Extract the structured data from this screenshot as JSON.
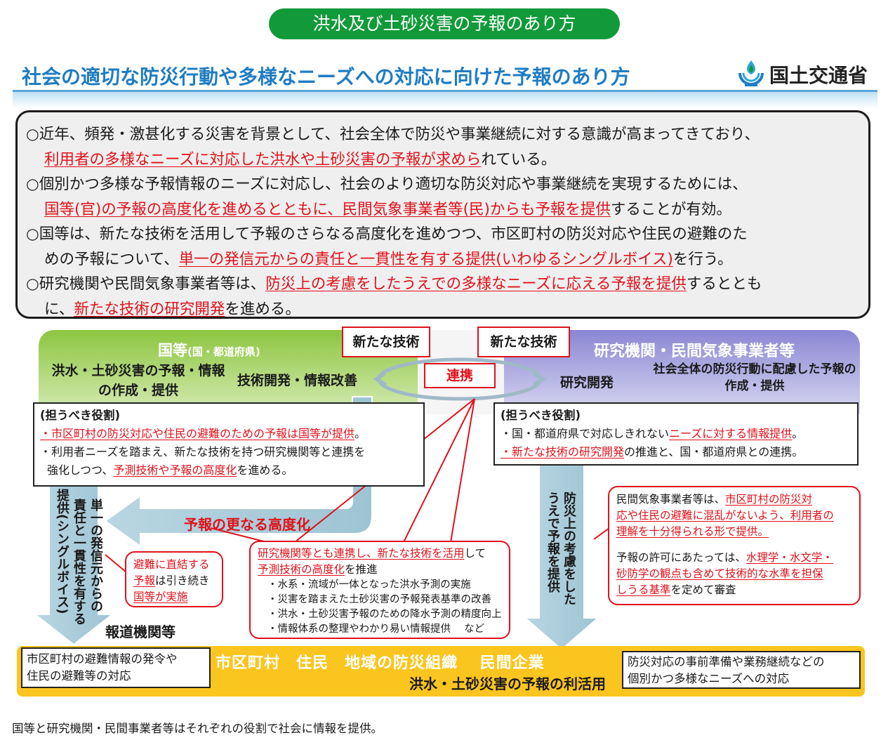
{
  "header": {
    "pill": "洪水及び土砂災害の予報のあり方",
    "headline": "社会の適切な防災行動や多様なニーズへの対応に向けた予報のあり方",
    "logo_text": "国土交通省"
  },
  "summary": {
    "p1a": "○近年、頻発・激甚化する災害を背景として、社会全体で防災や事業継続に対する意識が高まってきており、",
    "p1b_red": "利用者の多様なニーズに対応した洪水や土砂災害の予報が求めら",
    "p1b_tail": "れている。",
    "p2a": "○個別かつ多様な予報情報のニーズに対応し、社会のより適切な防災対応や事業継続を実現するためには、",
    "p2b_red": "国等(官)の予報の高度化を進めるとともに、民間気象事業者等(民)からも予報を提供",
    "p2b_tail": "することが有効。",
    "p3a": "○国等は、新たな技術を活用して予報のさらなる高度化を進めつつ、市区町村の防災対応や住民の避難のた",
    "p3b_head": "めの予報について、",
    "p3b_red": "単一の発信元からの責任と一貫性を有する提供(いわゆるシングルボイス)",
    "p3b_tail": "を行う。",
    "p4a_head": "○研究機関や民間気象事業者等は、",
    "p4a_red": "防災上の考慮をしたうえでの多様なニーズに応える予報を提供",
    "p4a_tail": "するととも",
    "p4b_head": "に、",
    "p4b_red": "新たな技術の研究開発",
    "p4b_tail": "を進める。"
  },
  "gov": {
    "title": "国等",
    "title_sub": "(国・都道府県)",
    "prod": "洪水・土砂災害の予報・情報の作成・提供",
    "dev": "技術開発・情報改善",
    "role_head": "(担うべき役割)",
    "r1_red": "・市区町村の防災対応や住民の避難のための予報は国等が提供",
    "r1_tail": "。",
    "r2a": "・利用者ニーズを踏まえ、新たな技術を持つ研究機関等と連携を",
    "r2b_head": "強化しつつ、",
    "r2b_red": "予測技術や予報の高度化",
    "r2b_tail": "を進める。"
  },
  "research": {
    "title": "研究機関・民間気象事業者等",
    "dev": "研究開発",
    "prod": "社会全体の防災行動に配慮した予報の作成・提供",
    "role_head": "(担うべき役割)",
    "r1_head": "・国・都道府県で対応しきれない",
    "r1_red": "ニーズに対する情報提供",
    "r1_tail": "。",
    "r2_red": "・新たな技術の研究開発",
    "r2_tail": "の推進と、国・都道府県との連携。"
  },
  "middle": {
    "tech_left": "新たな技術",
    "tech_right": "新たな技術",
    "link": "連携"
  },
  "flows": {
    "gov_v1": "単一の発信元からの",
    "gov_v2": "責任と一貫性を有する",
    "gov_v3": "提供(シングルボイス)",
    "res_v1": "防災上の考慮をした",
    "res_v2": "うえで予報を提供",
    "more_adv": "予報の更なる高度化",
    "media": "報道機関等"
  },
  "callouts": {
    "evac_l1": "避難に直結する",
    "evac_l2_red": "予報",
    "evac_l2_tail": "は引き続き",
    "evac_l3_red": "国等が実施",
    "coop_red1": "研究機関等とも連携し、新たな技術を活用",
    "coop_tail1": "して",
    "coop_red2": "予測技術の高度化",
    "coop_tail2": "を推進",
    "coop_items": [
      "・水系・流域が一体となった洪水予測の実施",
      "・災害を踏まえた土砂災害の予報発表基準の改善",
      "・洪水・土砂災害予報のための降水予測の精度向上",
      "・情報体系の整理やわかり易い情報提供　 など"
    ],
    "priv_head": "民間気象事業者等は、",
    "priv_red1": "市区町村の防災対",
    "priv_red2": "応や住民の避難に混乱がないよう、利用者の",
    "priv_red3": "理解を十分得られる形で提供。",
    "priv_l4": "予報の許可にあたっては、",
    "priv_red4": "水理学・水文学・",
    "priv_red5": "砂防学の観点も含めて技術的な水準を担保",
    "priv_red6": "しうる基準",
    "priv_tail6": "を定めて審査"
  },
  "bottom": {
    "main": "市区町村　住民　地域の防災組織　 民間企業",
    "sub": "洪水・土砂災害の予報の利活用",
    "left_l1": "市区町村の避難情報の発令や",
    "left_l2": "住民の避難等の対応",
    "right_l1": "防災対応の事前準備や業務継続などの",
    "right_l2": "個別かつ多様なニーズへの対応"
  },
  "footer": "国等と研究機関・民間事業者等はそれぞれの役割で社会に情報を提供。",
  "colors": {
    "accent_blue": "#1f7cc3",
    "green": "#129a3a",
    "alert_red": "#e0111a",
    "gov_green": "#8cc63f",
    "research_purple": "#8a86d4",
    "bottom_yellow": "#fbc51f",
    "arrow_blue": "#a9cbd8"
  }
}
